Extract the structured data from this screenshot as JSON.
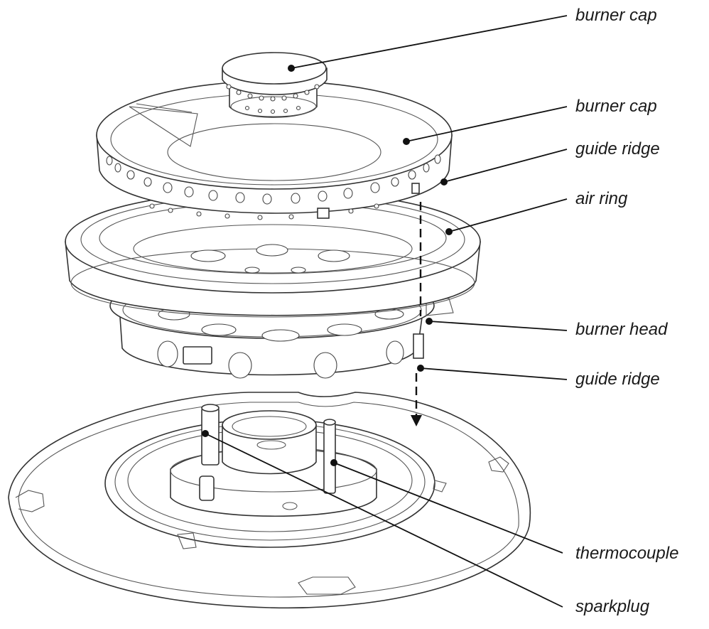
{
  "labels": {
    "cap_small": "burner cap",
    "cap_large": "burner cap",
    "guide_ridge_top": "guide ridge",
    "air_ring": "air ring",
    "burner_head": "burner head",
    "guide_ridge_bottom": "guide ridge",
    "thermocouple": "thermocouple",
    "sparkplug": "sparkplug"
  }
}
